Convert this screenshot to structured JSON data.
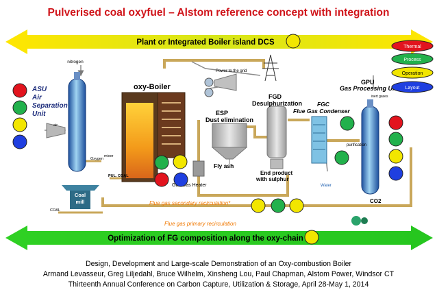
{
  "title": "Pulverised coal oxyfuel – Alstom reference concept with integration",
  "top_arrow": "Plant or Integrated Boiler island DCS",
  "bottom_arrow": "Optimization of FG composition along the oxy-chain",
  "legend": [
    {
      "label": "Thermal",
      "color": "#e2141e"
    },
    {
      "label": "Process",
      "color": "#22b14c"
    },
    {
      "label": "Operation",
      "color": "#f2e600"
    },
    {
      "label": "Layout",
      "color": "#1f3fe0"
    }
  ],
  "labels": {
    "nitrogen": "nitrogen",
    "asu": [
      "ASU",
      "Air",
      "Separation",
      "Unit"
    ],
    "air": "air",
    "oxygen": "Oxygen",
    "mixer": "mixer",
    "pul_coal": "PUL. COAL",
    "coal": "COAL",
    "coal_mill": [
      "Coal",
      "mill"
    ],
    "oxy_boiler": "oxy-Boiler",
    "power_to_grid": "Power to the grid",
    "esp": [
      "ESP",
      "Dust elimination"
    ],
    "fly_ash": "Fly ash",
    "fgd": [
      "FGD",
      "Desulphurization"
    ],
    "end_product": [
      "End product",
      "with sulphur"
    ],
    "fgc": [
      "FGC",
      "Flue Gas Condenser"
    ],
    "water": "Water",
    "gpu": [
      "GPU",
      "Gas Processing Unit"
    ],
    "inert_gases": "inert gases",
    "purification": "purification",
    "co2": "CO2",
    "gas_heater": "Gas/Gas Heater",
    "secondary": "Flue gas secondary recirculation*",
    "primary": "Flue gas primary recirculation"
  },
  "footer": [
    "Design, Development and Large-scale Demonstration of an Oxy-combustion Boiler",
    "Armand Levasseur, Greg Liljedahl, Bruce Wilhelm, Xinsheng Lou, Paul Chapman, Alstom Power, Windsor CT",
    "Thirteenth Annual Conference on Carbon Capture, Utilization & Storage, April 28-May 1, 2014"
  ],
  "colors": {
    "red": "#e2141e",
    "green": "#22b14c",
    "yellow": "#f2e600",
    "blue": "#1f3fe0",
    "title": "#d0141a",
    "italic_orange": "#f07800",
    "pipe": "#c9a75a"
  }
}
